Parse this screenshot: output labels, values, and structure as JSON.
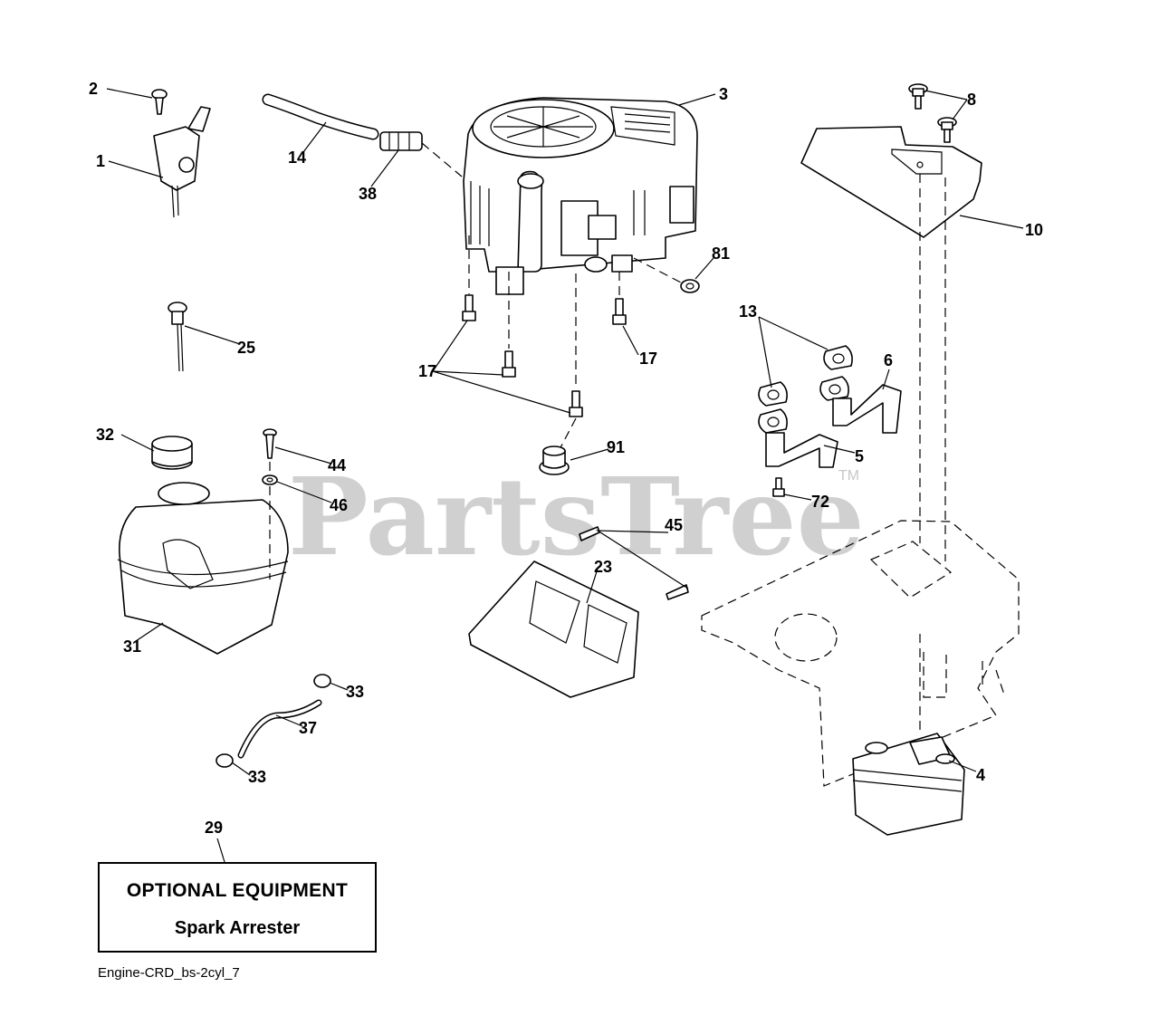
{
  "watermark": {
    "text": "PartsTree",
    "trademark": "TM"
  },
  "diagram_ref": "Engine-CRD_bs-2cyl_7",
  "optional_box": {
    "line1": "OPTIONAL EQUIPMENT",
    "line2": "Spark Arrester"
  },
  "callouts": {
    "c1": "1",
    "c2": "2",
    "c3": "3",
    "c4": "4",
    "c5": "5",
    "c6": "6",
    "c8": "8",
    "c10": "10",
    "c13": "13",
    "c14": "14",
    "c17a": "17",
    "c17b": "17",
    "c23": "23",
    "c25": "25",
    "c29": "29",
    "c31": "31",
    "c32": "32",
    "c33a": "33",
    "c33b": "33",
    "c37": "37",
    "c38": "38",
    "c44": "44",
    "c45": "45",
    "c46": "46",
    "c72": "72",
    "c81": "81",
    "c91": "91"
  }
}
